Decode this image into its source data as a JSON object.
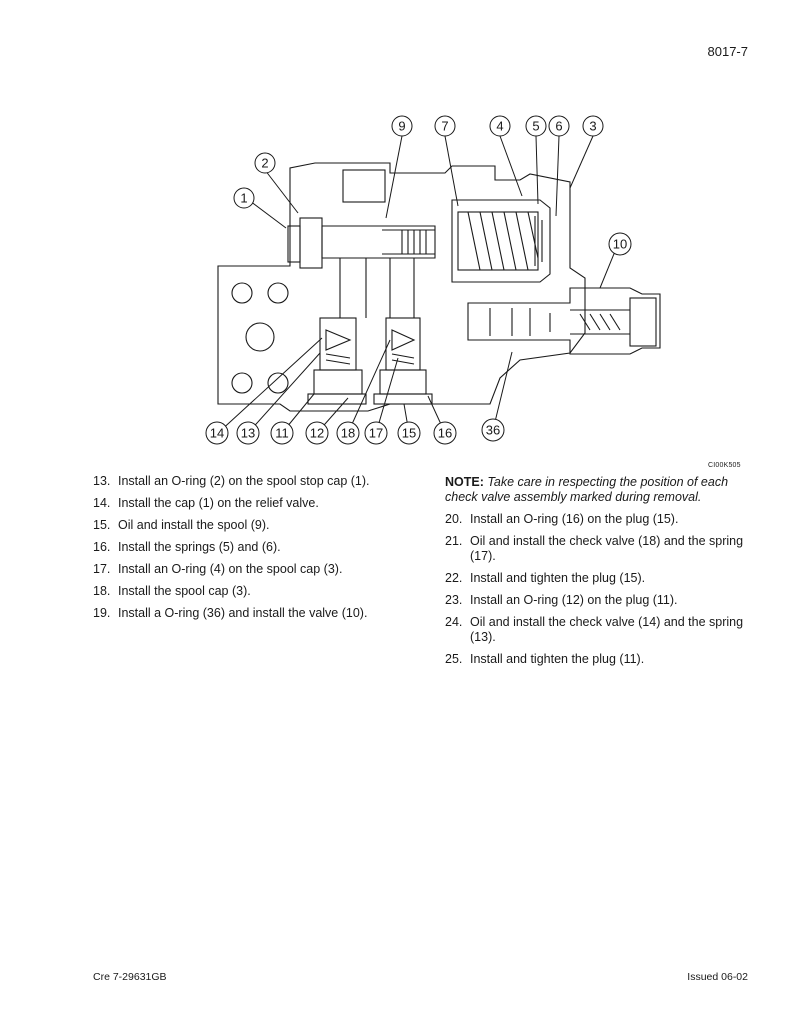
{
  "page_number": "8017-7",
  "figure": {
    "code": "CI00K505",
    "callouts": [
      "9",
      "7",
      "4",
      "5",
      "6",
      "3",
      "2",
      "1",
      "10",
      "14",
      "13",
      "11",
      "12",
      "18",
      "17",
      "15",
      "16",
      "36"
    ]
  },
  "left_steps": [
    {
      "num": "13.",
      "text": "Install an O-ring (2) on the spool stop cap (1)."
    },
    {
      "num": "14.",
      "text": "Install the cap (1) on the relief valve."
    },
    {
      "num": "15.",
      "text": "Oil and install the spool (9)."
    },
    {
      "num": "16.",
      "text": "Install the springs (5) and (6)."
    },
    {
      "num": "17.",
      "text": "Install an O-ring (4) on the spool cap (3)."
    },
    {
      "num": "18.",
      "text": "Install the spool cap (3)."
    },
    {
      "num": "19.",
      "text": "Install a O-ring (36) and install the valve (10)."
    }
  ],
  "note": {
    "label": "NOTE:",
    "text": "Take care in respecting the position of each check valve assembly marked during removal."
  },
  "right_steps": [
    {
      "num": "20.",
      "text": "Install an O-ring (16) on the plug (15)."
    },
    {
      "num": "21.",
      "text": "Oil and install the check valve (18) and the spring (17)."
    },
    {
      "num": "22.",
      "text": "Install and tighten the plug (15)."
    },
    {
      "num": "23.",
      "text": "Install an O-ring (12) on the plug (11)."
    },
    {
      "num": "24.",
      "text": "Oil and install the check valve (14) and the spring (13)."
    },
    {
      "num": "25.",
      "text": "Install and tighten the plug (11)."
    }
  ],
  "footer": {
    "left": "Cre 7-29631GB",
    "right": "Issued 06-02"
  }
}
